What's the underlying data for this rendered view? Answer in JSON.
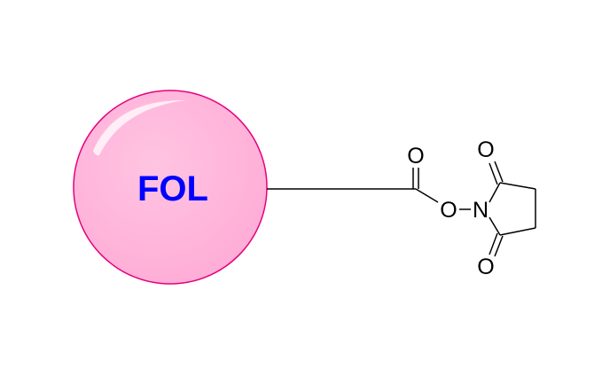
{
  "sphere": {
    "label": "FOL",
    "label_color": "#0000ff",
    "fill_color": "#ffb3d9",
    "stroke_color": "#e6007e"
  },
  "molecule": {
    "atoms": {
      "carbonyl_oxygen": "O",
      "ester_oxygen": "O",
      "nitrogen": "N",
      "imide_oxygen_top": "O",
      "imide_oxygen_bottom": "O"
    },
    "bond_color": "#000000"
  }
}
